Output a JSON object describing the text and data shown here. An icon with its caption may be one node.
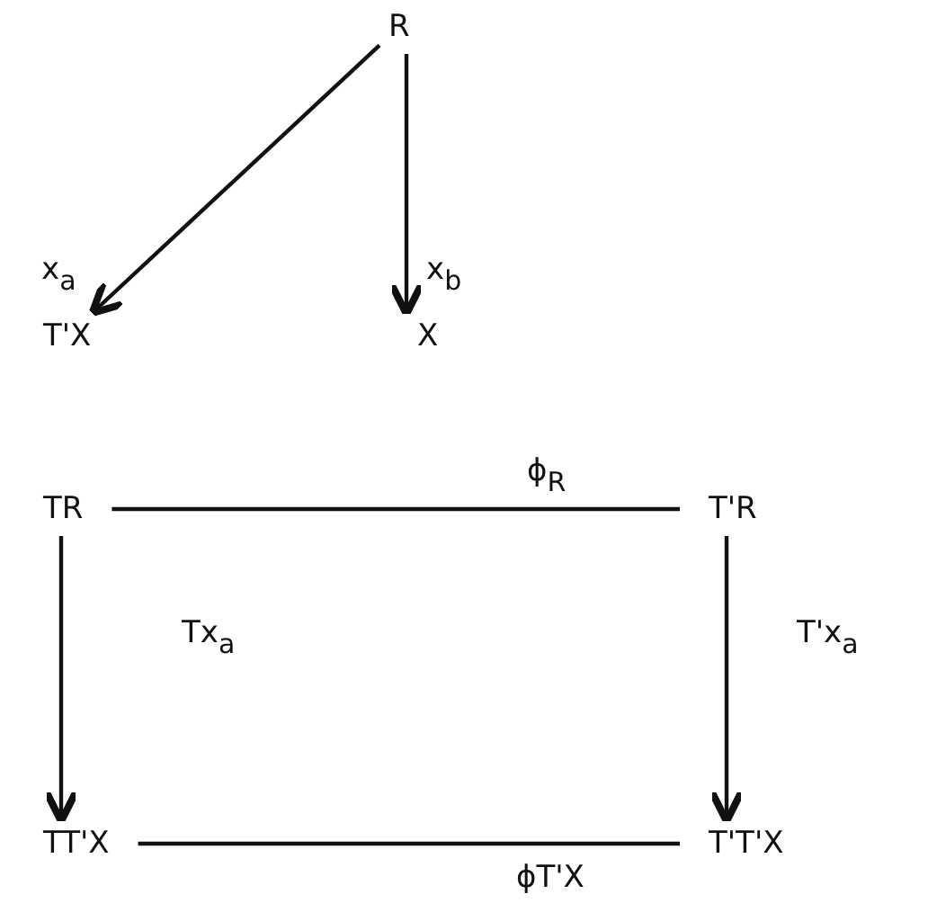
{
  "diagram": {
    "nodes": [
      {
        "text": [
          "R"
        ]
      },
      {
        "text": [
          "T'X"
        ]
      },
      {
        "text": [
          "X"
        ]
      },
      {
        "text": [
          "TR"
        ]
      },
      {
        "text": [
          "T'R"
        ]
      },
      {
        "text": [
          "TT'X"
        ]
      },
      {
        "text": [
          "T'T'X"
        ]
      }
    ],
    "edges": [
      {
        "from": 0,
        "to": 1,
        "arrow": "to",
        "label": "x$_{a}$"
      },
      {
        "from": 0,
        "to": 2,
        "arrow": "to",
        "label": "x$_{b}$"
      },
      {
        "from": 3,
        "to": 4,
        "arrow": "none",
        "label": "ϕ$_{R}$"
      },
      {
        "from": 3,
        "to": 5,
        "arrow": "to",
        "label": "Tx$_{a}$"
      },
      {
        "from": 4,
        "to": 6,
        "arrow": "to",
        "label": "T'x$_{a}$"
      },
      {
        "from": 5,
        "to": 6,
        "arrow": "none",
        "label": "ϕT'X"
      }
    ]
  }
}
